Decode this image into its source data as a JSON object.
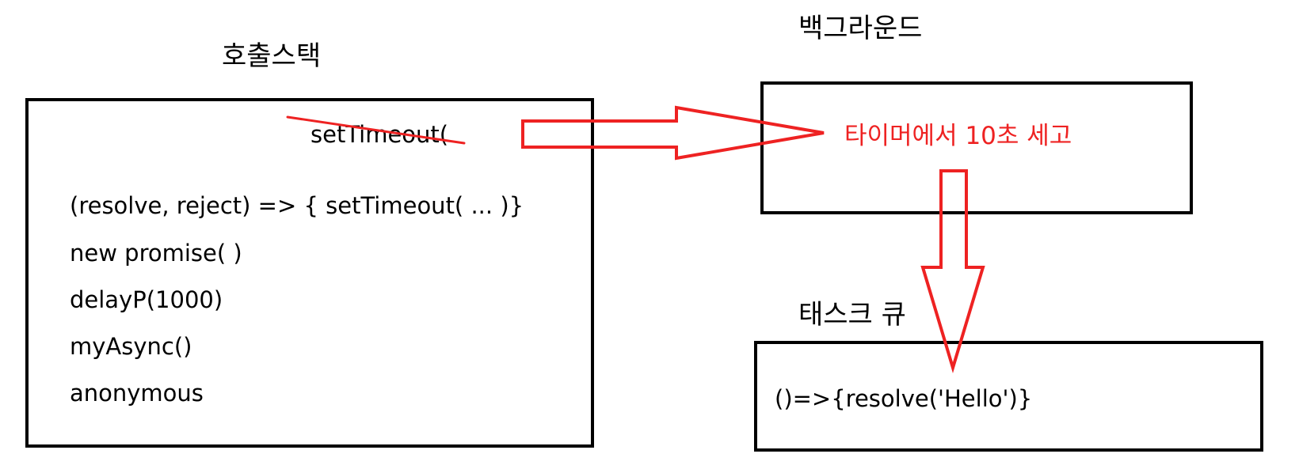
{
  "call_stack": {
    "title": "호출스택",
    "struck_item": "setTimeout(",
    "items": [
      "(resolve, reject) => { setTimeout( ... )}",
      "new promise( )",
      "delayP(1000)",
      "myAsync()",
      "anonymous"
    ]
  },
  "background": {
    "title": "백그라운드",
    "content": "타이머에서 10초 세고"
  },
  "task_queue": {
    "title": "태스크 큐",
    "content": "()=>{resolve('Hello')}"
  },
  "colors": {
    "accent": "#ee2222",
    "border": "#000000"
  }
}
